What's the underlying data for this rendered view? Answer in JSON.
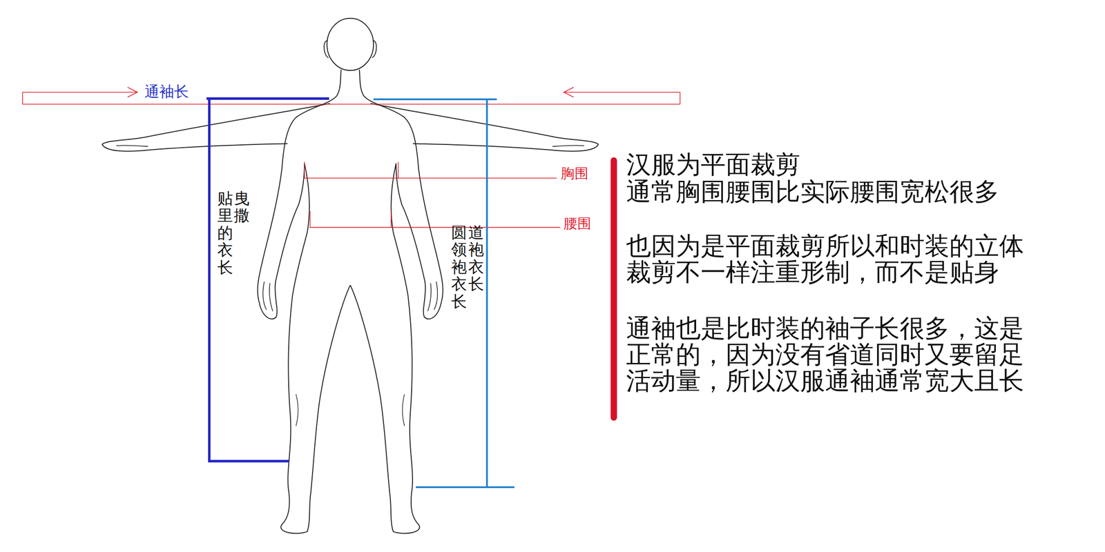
{
  "diagram": {
    "labels": [
      "通袖长",
      "胸围",
      "腰围",
      "曳撒",
      "贴里的衣长",
      "道袍衣长",
      "圆领袍衣长",
      "汉服为平面裁剪",
      "通常胸围腰围比实际腰围宽松很多",
      "也因为是平面裁剪所以和时装的立体裁剪不一样注重形制，而不是贴身",
      "通袖也是比时装的袖子长很多，这是正常的，因为没有省道同时又要留足活动量，所以汉服通袖通常宽大且长"
    ]
  }
}
